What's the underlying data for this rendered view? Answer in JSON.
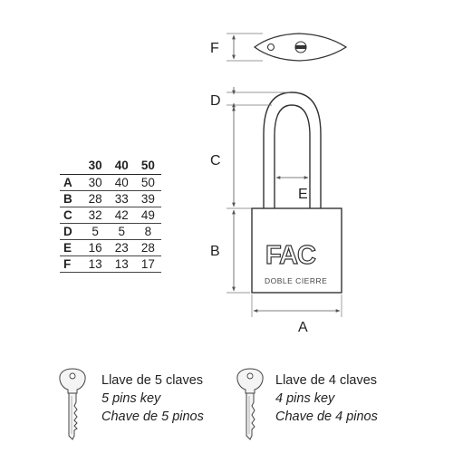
{
  "diagram": {
    "dimension_letters": {
      "F": "F",
      "D": "D",
      "C": "C",
      "E": "E",
      "B": "B",
      "A": "A"
    },
    "brand_text": "FAC",
    "body_engraving": "DOBLE CIERRE"
  },
  "table": {
    "headers": [
      "30",
      "40",
      "50"
    ],
    "rows": [
      {
        "label": "A",
        "values": [
          "30",
          "40",
          "50"
        ]
      },
      {
        "label": "B",
        "values": [
          "28",
          "33",
          "39"
        ]
      },
      {
        "label": "C",
        "values": [
          "32",
          "42",
          "49"
        ]
      },
      {
        "label": "D",
        "values": [
          "5",
          "5",
          "8"
        ]
      },
      {
        "label": "E",
        "values": [
          "16",
          "23",
          "28"
        ]
      },
      {
        "label": "F",
        "values": [
          "13",
          "13",
          "17"
        ]
      }
    ]
  },
  "legend": {
    "five_pin": {
      "title": "Llave de 5 claves",
      "line2": "5 pins key",
      "line3": "Chave de 5 pinos"
    },
    "four_pin": {
      "title": "Llave de 4 claves",
      "line2": "4 pins key",
      "line3": "Chave de 4 pinos"
    }
  }
}
